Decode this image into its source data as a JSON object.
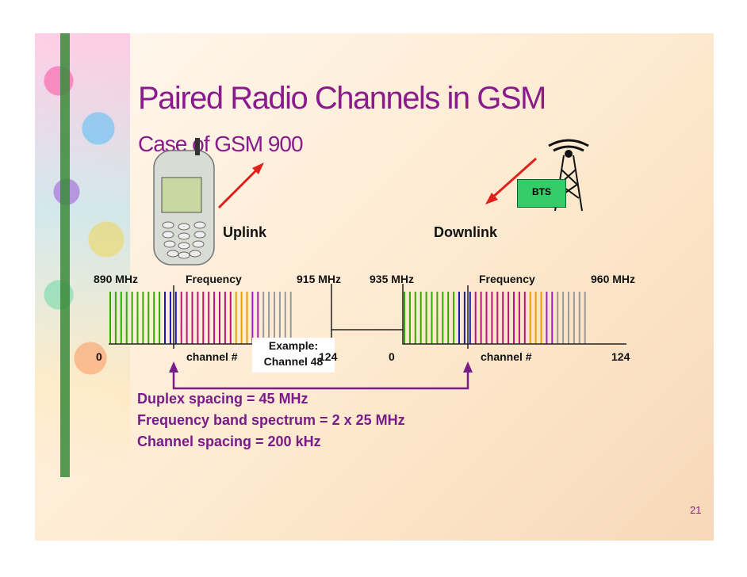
{
  "title": "Paired Radio Channels in GSM",
  "subtitle": "Case of GSM 900",
  "uplink_label": "Uplink",
  "downlink_label": "Downlink",
  "bts_label": "BTS",
  "freq_labels": {
    "f890": "890 MHz",
    "frequency_left": "Frequency",
    "f915": "915 MHz",
    "f935": "935 MHz",
    "frequency_right": "Frequency",
    "f960": "960 MHz"
  },
  "channel_labels": {
    "zero_left": "0",
    "channel_left": "channel #",
    "max_left": "124",
    "zero_right": "0",
    "channel_right": "channel #",
    "max_right": "124"
  },
  "example": {
    "line1": "Example:",
    "line2": "Channel 48"
  },
  "bullets": [
    "Duplex spacing = 45 MHz",
    "Frequency band spectrum = 2 x 25 MHz",
    "Channel spacing = 200 kHz"
  ],
  "page_number": "21",
  "colors": {
    "title": "#8a1b8c",
    "green": "#33aa00",
    "blue": "#1a1aaa",
    "magenta": "#b8147a",
    "orange": "#e8a000",
    "violet": "#a020c0",
    "grey": "#999999",
    "arrow": "#e0201a",
    "bracket": "#7a1b8a"
  }
}
